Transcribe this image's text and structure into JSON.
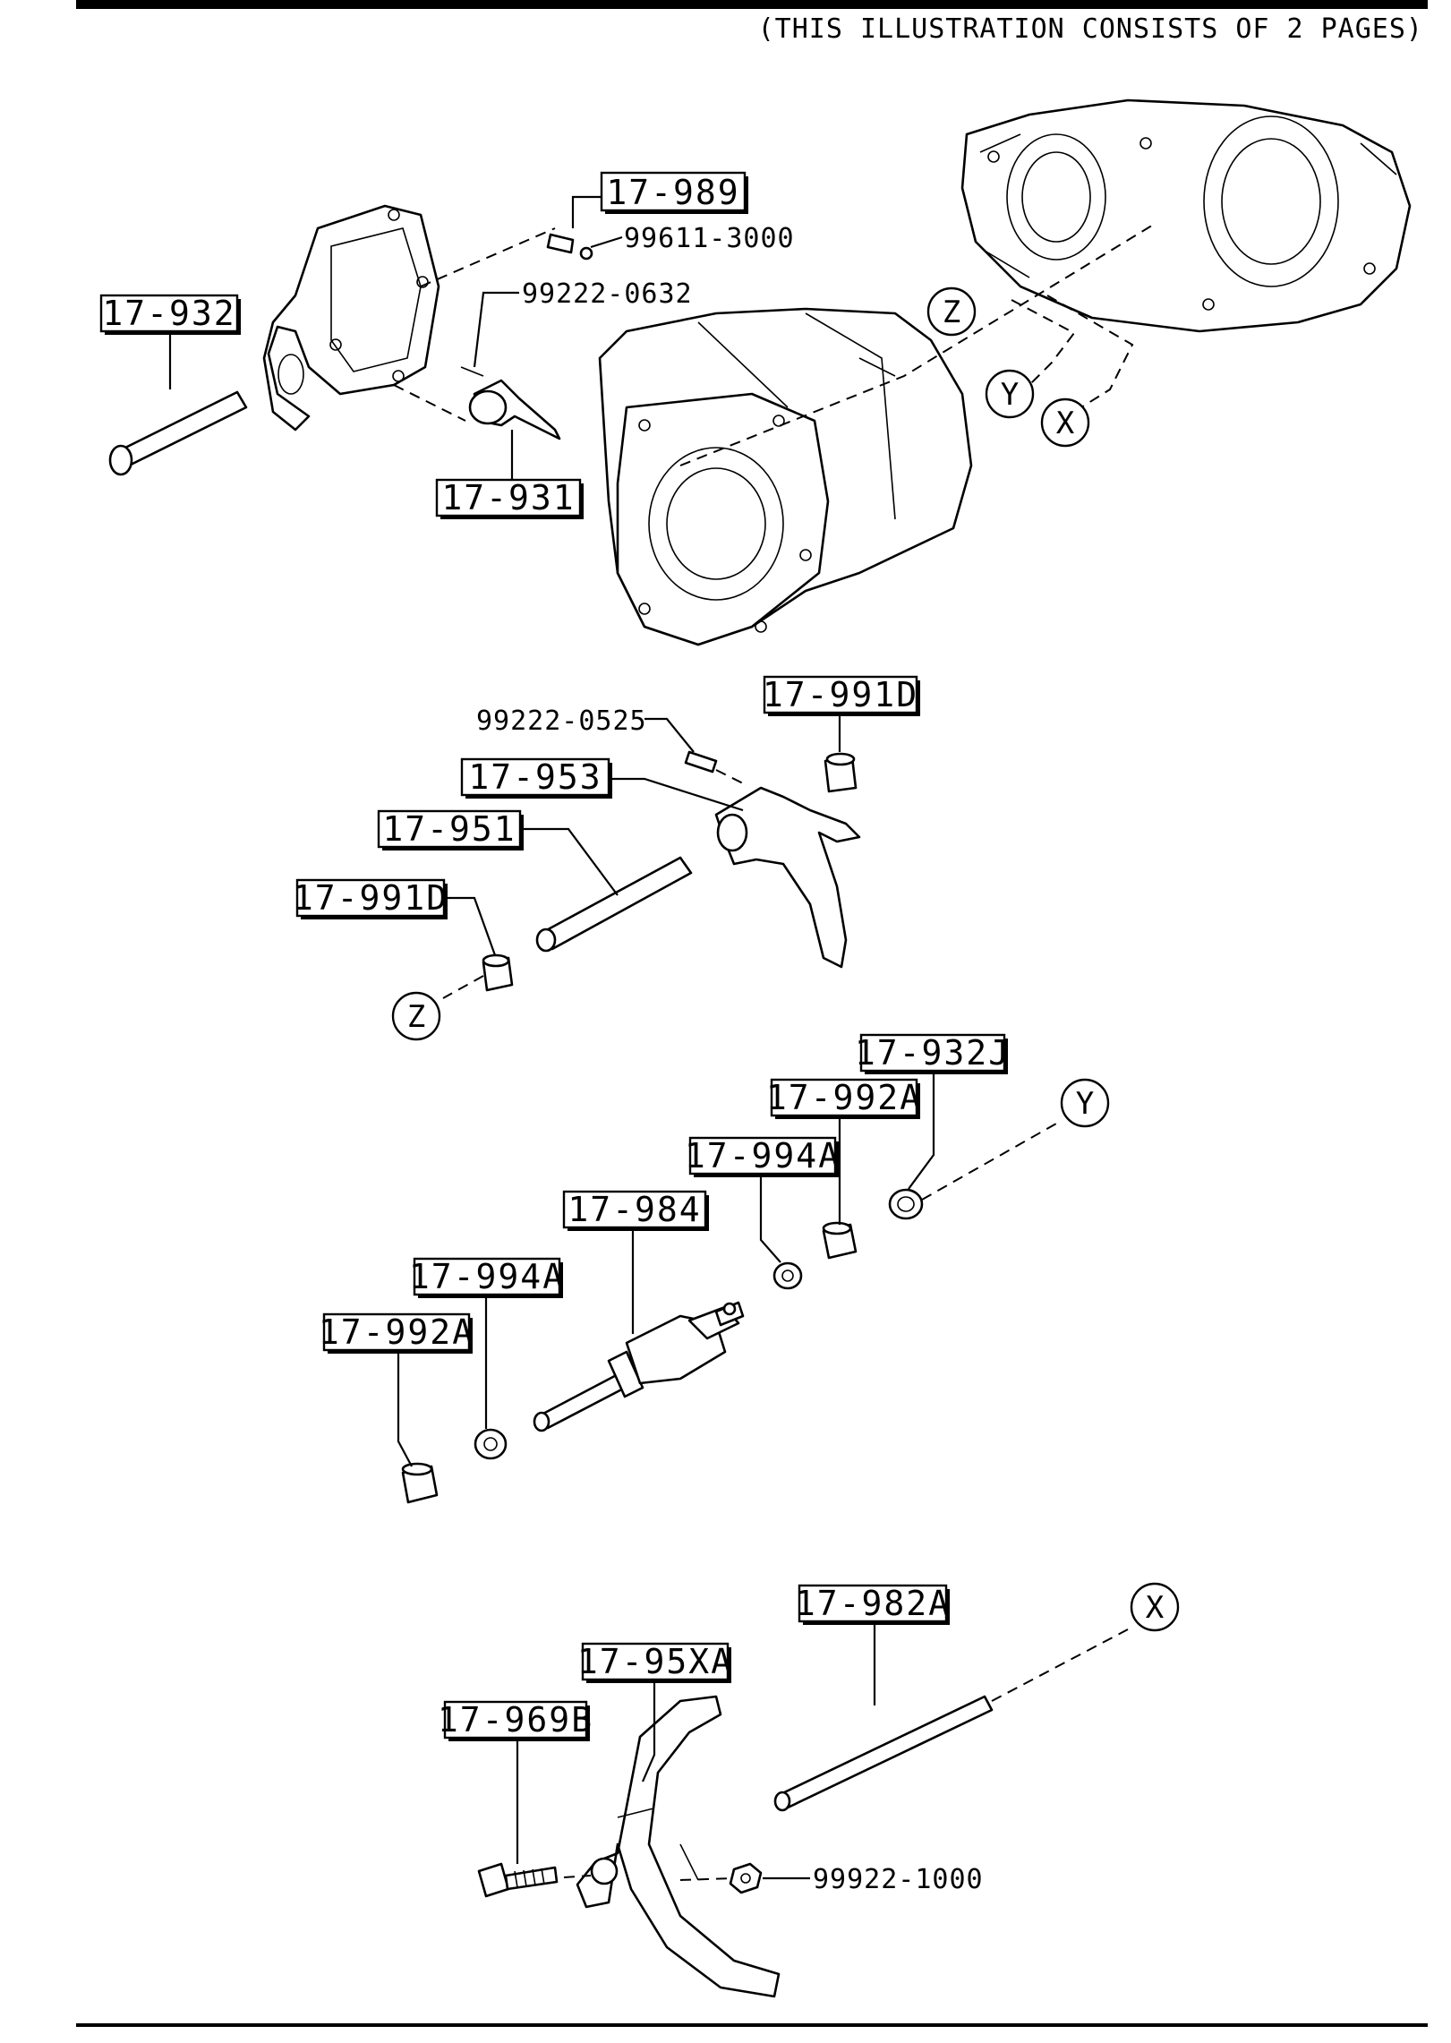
{
  "header": {
    "note": "(THIS ILLUSTRATION CONSISTS OF  2 PAGES)"
  },
  "labels": {
    "l17_989": "17-989",
    "l17_932": "17-932",
    "l17_931": "17-931",
    "l17_991D_a": "17-991D",
    "l17_953": "17-953",
    "l17_951": "17-951",
    "l17_991D_b": "17-991D",
    "l17_932J": "17-932J",
    "l17_992A_a": "17-992A",
    "l17_994A_a": "17-994A",
    "l17_984": "17-984",
    "l17_994A_b": "17-994A",
    "l17_992A_b": "17-992A",
    "l17_982A": "17-982A",
    "l17_95XA": "17-95XA",
    "l17_969B": "17-969B"
  },
  "part_numbers": {
    "p99611": "99611-3000",
    "p99222_0632": "99222-0632",
    "p99222_0525": "99222-0525",
    "p99922": "99922-1000"
  },
  "connectors": {
    "z": "Z",
    "y": "Y",
    "x": "X"
  }
}
